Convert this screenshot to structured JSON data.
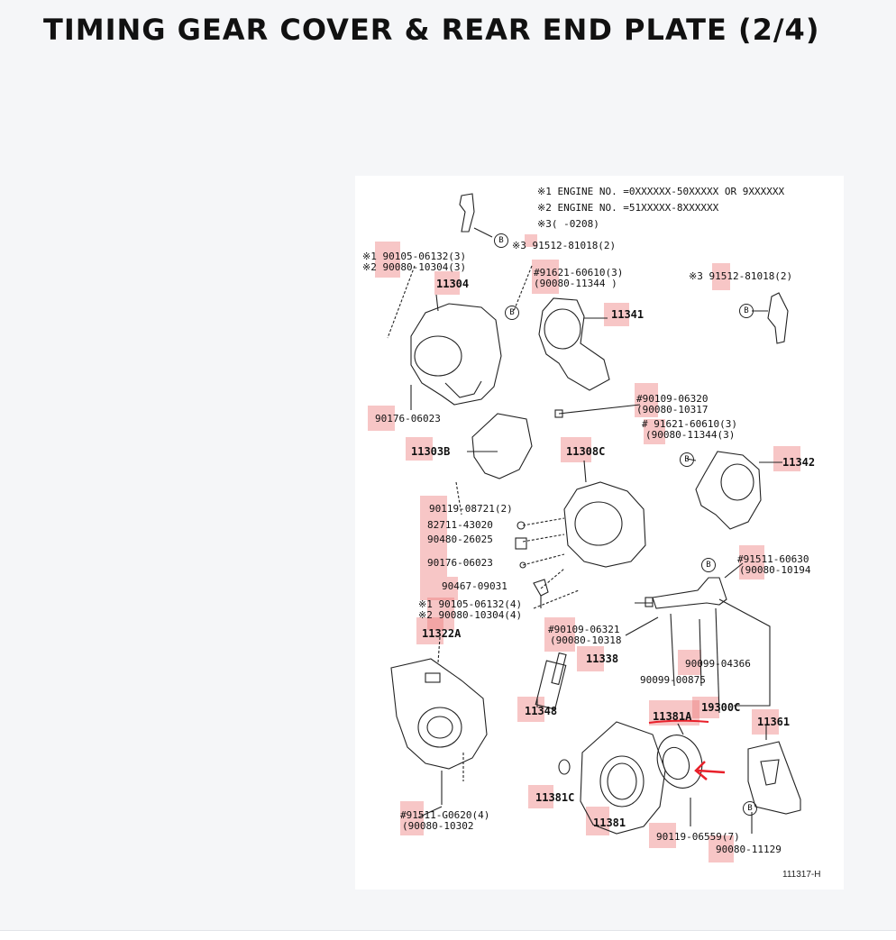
{
  "page": {
    "title": "TIMING GEAR COVER & REAR END PLATE (2/4)"
  },
  "colors": {
    "background": "#f5f6f8",
    "highlight": "#ec7676",
    "annotation": "#e8202a"
  },
  "notes": {
    "n1": "※1 ENGINE NO. =0XXXXXX-50XXXXX OR 9XXXXXX",
    "n2": "※2 ENGINE NO. =51XXXXX-8XXXXXX",
    "n3": "※3(    -0208)"
  },
  "callouts": {
    "b1": "B",
    "b2": "B",
    "b3": "B",
    "b4": "B",
    "b5": "B",
    "b6": "B"
  },
  "labels": {
    "l_91512_a": "※3 91512-81018(2)",
    "l_90105_a": "※1 90105-06132(3)",
    "l_90080_a": "※2 90080-10304(3)",
    "l_11304": "11304",
    "l_91621_a": "#91621-60610(3)",
    "l_90080_11344_a": "(90080-11344 )",
    "l_91512_b": "※3 91512-81018(2)",
    "l_11341": "11341",
    "l_90109_a": "#90109-06320",
    "l_90080_10317": "(90080-10317",
    "l_91621_b": "# 91621-60610(3)",
    "l_90080_11344_b": "(90080-11344(3)",
    "l_90176_a": "90176-06023",
    "l_11303b": "11303B",
    "l_11308c": "11308C",
    "l_11342": "11342",
    "l_90119_a": "90119-08721(2)",
    "l_82711": "82711-43020",
    "l_90480": "90480-26025",
    "l_90176_b": "90176-06023",
    "l_91511_a": "#91511-60630",
    "l_90080_10194": "(90080-10194",
    "l_90467": "90467-09031",
    "l_90105_b": "※1 90105-06132(4)",
    "l_90080_b": "※2 90080-10304(4)",
    "l_11322a": "11322A",
    "l_90109_b": "#90109-06321",
    "l_90080_10318": "(90080-10318",
    "l_11338": "11338",
    "l_90099_a": "90099-04366",
    "l_90099_b": "90099-00875",
    "l_19300c": "19300C",
    "l_11348": "11348",
    "l_11381a": "11381A",
    "l_11361": "11361",
    "l_11381c": "11381C",
    "l_91511_b": "#91511-G0620(4)",
    "l_90080_10302": "(90080-10302",
    "l_11381": "11381",
    "l_90119_b": "90119-06559(7)",
    "l_90080_11129": "90080-11129",
    "code": "111317-H"
  }
}
